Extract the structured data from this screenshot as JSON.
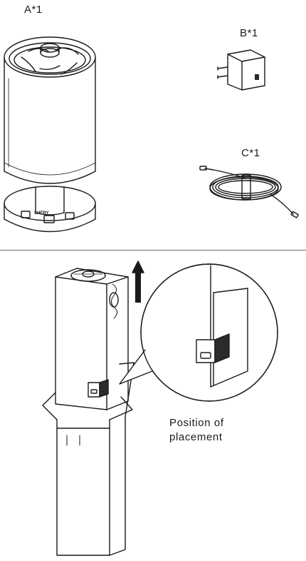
{
  "parts": {
    "a_label": "A*1",
    "b_label": "B*1",
    "c_label": "C*1"
  },
  "base_brand": "SHERY",
  "caption": {
    "line1": "Position of",
    "line2": "placement"
  },
  "colors": {
    "line": "#1a1a1a",
    "dark_fill": "#2b2b2b",
    "divider": "#6e6e6e"
  },
  "icons": [
    "fan-lamp",
    "usb-charger",
    "usb-cable",
    "upward-arrow",
    "magnifier-callout"
  ]
}
